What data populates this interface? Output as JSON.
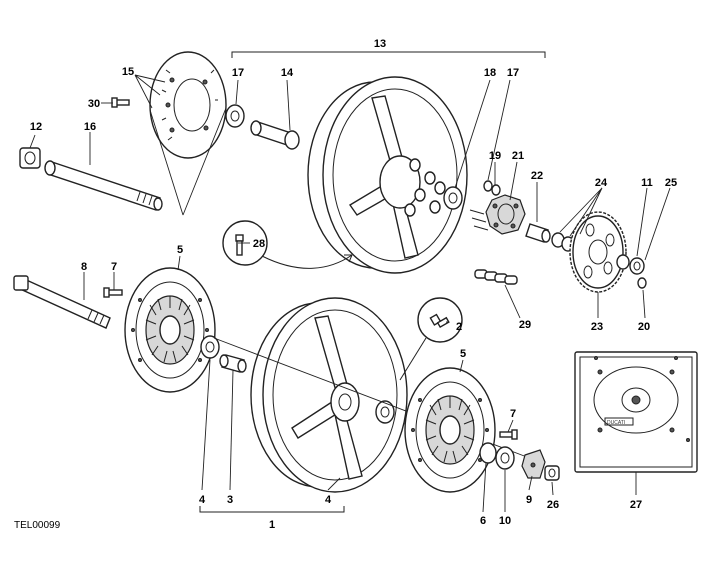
{
  "figure_ref": "TEL00099",
  "callouts": {
    "c1": "1",
    "c2": "2",
    "c3": "3",
    "c4a": "4",
    "c4b": "4",
    "c5a": "5",
    "c5b": "5",
    "c6": "6",
    "c7a": "7",
    "c7b": "7",
    "c8": "8",
    "c9": "9",
    "c10": "10",
    "c11": "11",
    "c12": "12",
    "c13": "13",
    "c14": "14",
    "c15": "15",
    "c16": "16",
    "c17a": "17",
    "c17b": "17",
    "c18": "18",
    "c19": "19",
    "c20": "20",
    "c21": "21",
    "c22": "22",
    "c23": "23",
    "c24": "24",
    "c25": "25",
    "c26": "26",
    "c27": "27",
    "c28": "28",
    "c29": "29",
    "c30": "30"
  },
  "plate_stamp": "DUCATI"
}
